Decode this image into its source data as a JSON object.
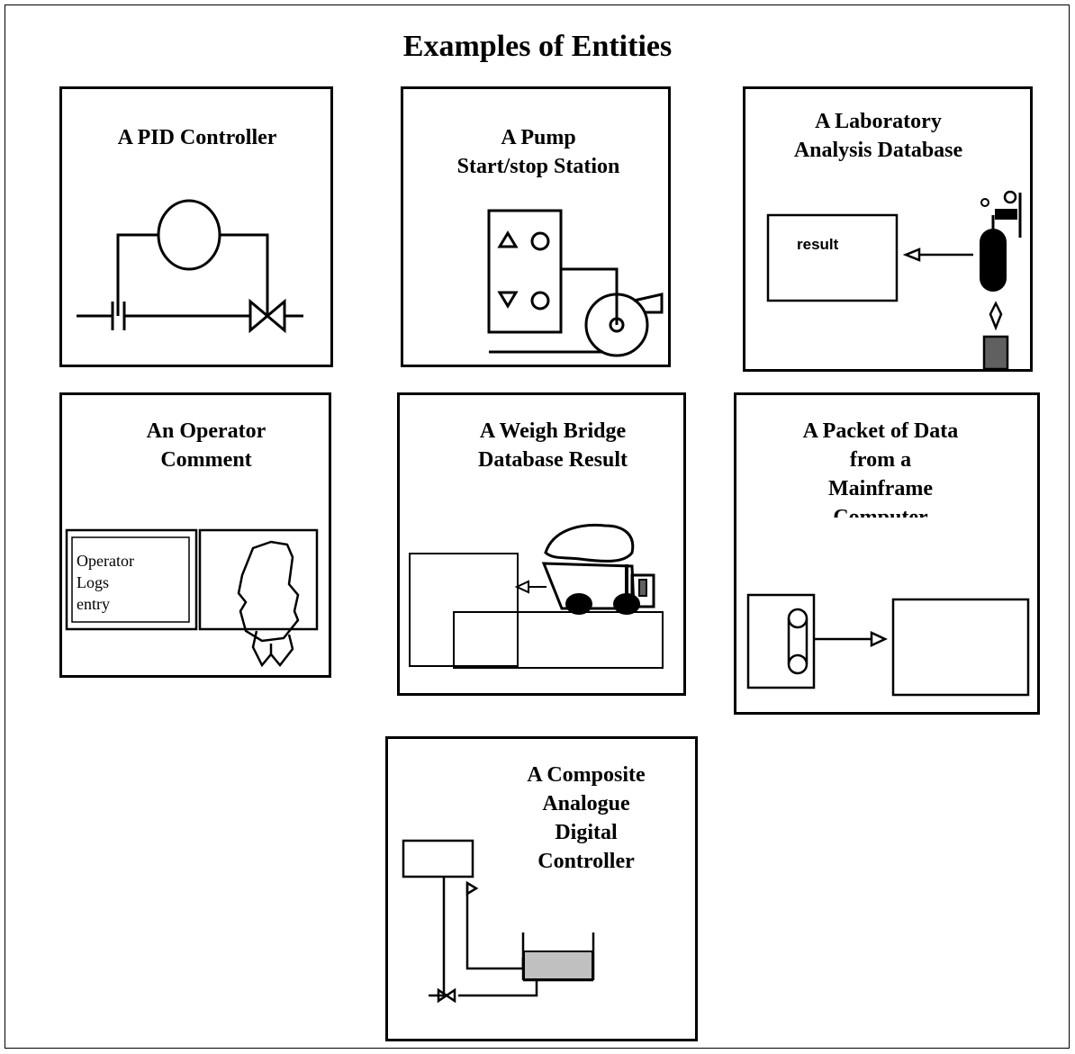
{
  "title": "Examples of Entities",
  "panels": {
    "pid": {
      "title": "A PID Controller"
    },
    "pump": {
      "title": "A Pump\nStart/stop Station"
    },
    "lab": {
      "title": "A Laboratory\nAnalysis Database",
      "result_label": "result"
    },
    "operator": {
      "title": "An Operator\nComment",
      "log_label": "Operator\nLogs\nentry"
    },
    "weigh": {
      "title": "A Weigh Bridge\nDatabase Result"
    },
    "packet": {
      "title": "A Packet of Data\nfrom a\nMainframe\nComputer"
    },
    "composite": {
      "title": "A Composite\nAnalogue\nDigital\nController"
    }
  },
  "colors": {
    "line": "#000000",
    "fill_dark": "#606060",
    "fill_light": "#c0c0c0"
  },
  "icons": [
    "controller-circle-icon",
    "valve-icon",
    "capacitor-icon",
    "up-triangle-icon",
    "down-triangle-icon",
    "pump-wheel-icon",
    "gas-cylinder-icon",
    "burner-icon",
    "face-icon",
    "truck-icon",
    "tape-reel-icon",
    "tank-icon"
  ]
}
